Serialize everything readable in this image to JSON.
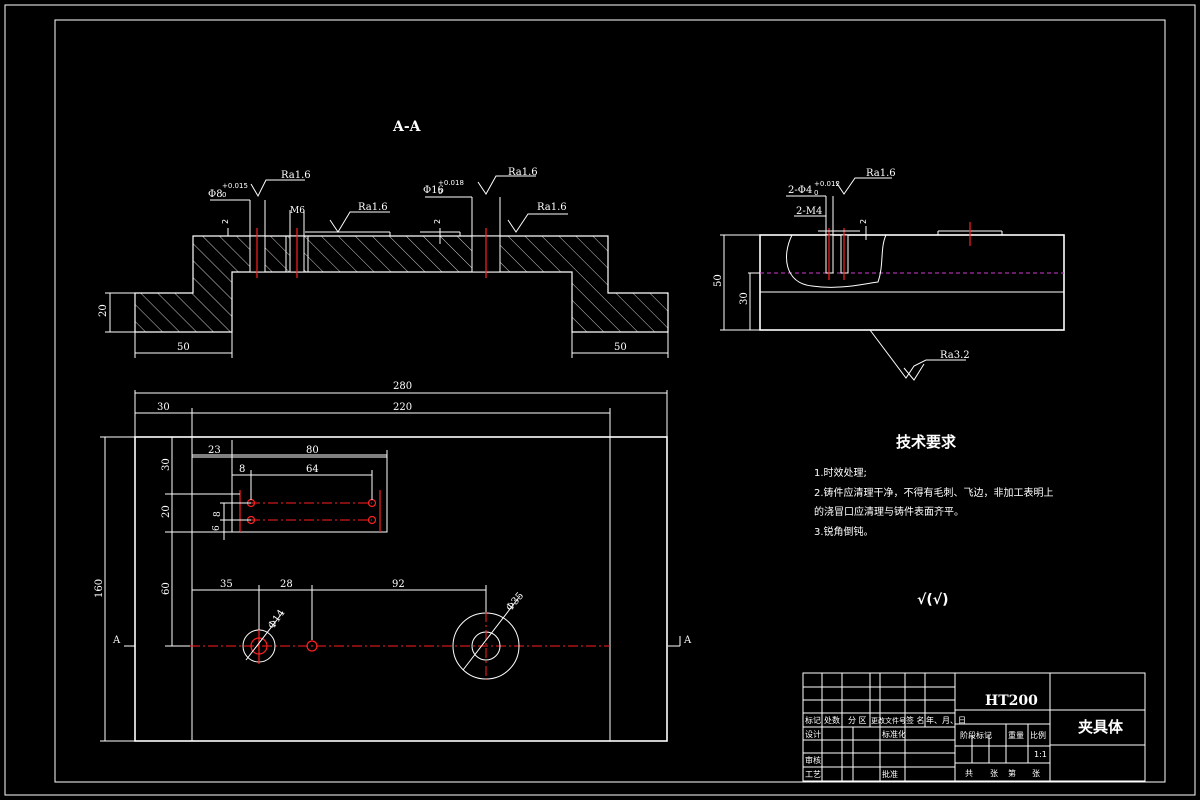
{
  "section_view": {
    "label": "A-A",
    "left_width": "50",
    "right_width": "50",
    "height": "20",
    "hole1_dia": "Φ8",
    "hole1_tol_upper": "+0.015",
    "hole1_tol_lower": "0",
    "thread1": "M6",
    "hole2_dia": "Φ16",
    "hole2_tol_upper": "+0.018",
    "hole2_tol_lower": "0",
    "depth1": "2",
    "depth2": "2",
    "roughness": [
      "Ra1.6",
      "Ra1.6",
      "Ra1.6",
      "Ra1.6"
    ]
  },
  "side_view": {
    "hole_dia": "2-Φ4",
    "hole_tol_upper": "+0.012",
    "hole_tol_lower": "0",
    "thread": "2-M4",
    "depth": "2",
    "height_total": "50",
    "height_base": "30",
    "roughness_top": "Ra1.6",
    "roughness_bottom": "Ra3.2"
  },
  "plan_view": {
    "width_total": "280",
    "offset_left": "30",
    "width_inner": "220",
    "height_total": "160",
    "dim_30": "30",
    "dim_20": "20",
    "dim_60": "60",
    "dim_23": "23",
    "dim_80": "80",
    "dim_8": "8",
    "dim_64": "64",
    "dim_6": "6",
    "dim_8b": "8",
    "dim_35": "35",
    "dim_28": "28",
    "dim_92": "92",
    "dia_small": "Φ14",
    "dia_large": "Φ35",
    "section_mark_left": "A",
    "section_mark_right": "A"
  },
  "tech_requirements": {
    "title": "技术要求",
    "items": [
      "1.时效处理;",
      "2.铸件应清理干净，不得有毛刺、飞边，非加工表明上",
      "的浇冒口应清理与铸件表面齐平。",
      "3.锐角倒钝。"
    ],
    "roughness_symbol": "√(√)"
  },
  "title_block": {
    "material": "HT200",
    "part_name": "夹具体",
    "scale": "1:1",
    "labels": {
      "mark": "标记",
      "count": "处数",
      "zone": "分 区",
      "doc_no": "更改文件号",
      "sign": "签 名",
      "date": "年、月、日",
      "design": "设计",
      "standard": "标准化",
      "review": "审核",
      "process": "工艺",
      "approve": "批准",
      "stage": "阶段标记",
      "weight": "重量",
      "ratio": "比例",
      "total": "共",
      "sheet": "张",
      "page": "第",
      "sheet2": "张"
    }
  }
}
